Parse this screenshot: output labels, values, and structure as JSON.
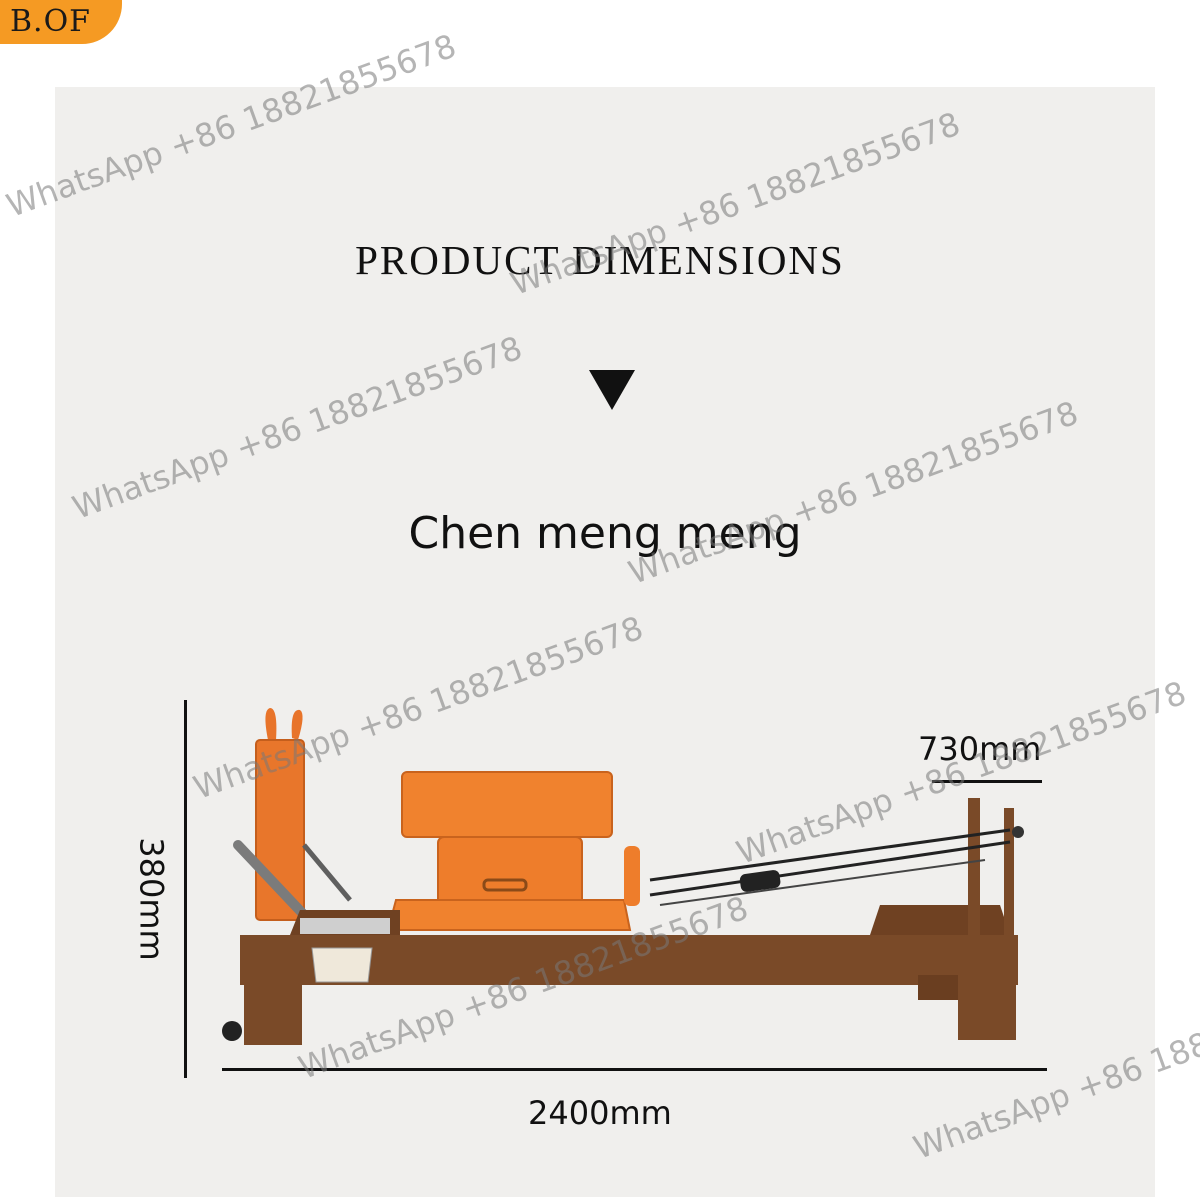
{
  "brand": {
    "label": "B.OF"
  },
  "header": {
    "title": "PRODUCT DIMENSIONS"
  },
  "subtitle": "Chen meng meng",
  "dimensions": {
    "width": "2400mm",
    "depth": "730mm",
    "height": "380mm"
  },
  "watermark": {
    "text": "WhatsApp +86 18821855678"
  },
  "colors": {
    "brand_orange": "#f59a23",
    "panel_bg": "#f0efed",
    "upholstery": "#f0822e",
    "wood": "#7a4a28"
  }
}
